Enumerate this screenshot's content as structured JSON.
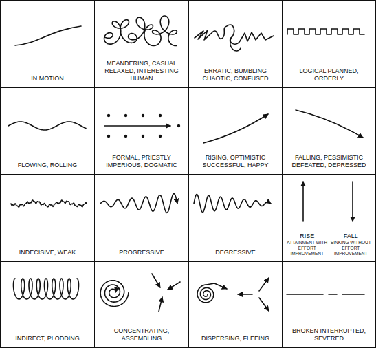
{
  "diagram": {
    "nodes": [
      {
        "text": [
          "IN MOTION"
        ]
      },
      {
        "text": [
          "MEANDERING, CASUAL RELAXED, INTERESTING HUMAN"
        ]
      },
      {
        "text": [
          "ERRATIC, BUMBLING CHAOTIC, CONFUSED"
        ]
      },
      {
        "text": [
          "LOGICAL PLANNED, ORDERLY"
        ]
      },
      {
        "text": [
          "FLOWING, ROLLING"
        ]
      },
      {
        "text": [
          "FORMAL, PRIESTLY IMPERIOUS, DOGMATIC"
        ]
      },
      {
        "text": [
          "RISING, OPTIMISTIC SUCCESSFUL, HAPPY"
        ]
      },
      {
        "text": [
          "FALLING, PESSIMISTIC DEFEATED, DEPRESSED"
        ]
      },
      {
        "text": [
          "INDECISIVE, WEAK"
        ]
      },
      {
        "text": [
          "PROGRESSIVE"
        ]
      },
      {
        "text": [
          "DEGRESSIVE"
        ]
      },
      {
        "text": [
          "RISE",
          "ATTAINMENT WITH EFFORT IMPROVEMENT",
          "FALL",
          "SINKING WITHOUT EFFORT IMPROVEMENT"
        ]
      },
      {
        "text": [
          "INDIRECT, PLODDING"
        ]
      },
      {
        "text": [
          "CONCENTRATING, ASSEMBLING"
        ]
      },
      {
        "text": [
          "DISPERSING, FLEEING"
        ]
      },
      {
        "text": [
          "BROKEN INTERRUPTED, SEVERED"
        ]
      }
    ]
  }
}
